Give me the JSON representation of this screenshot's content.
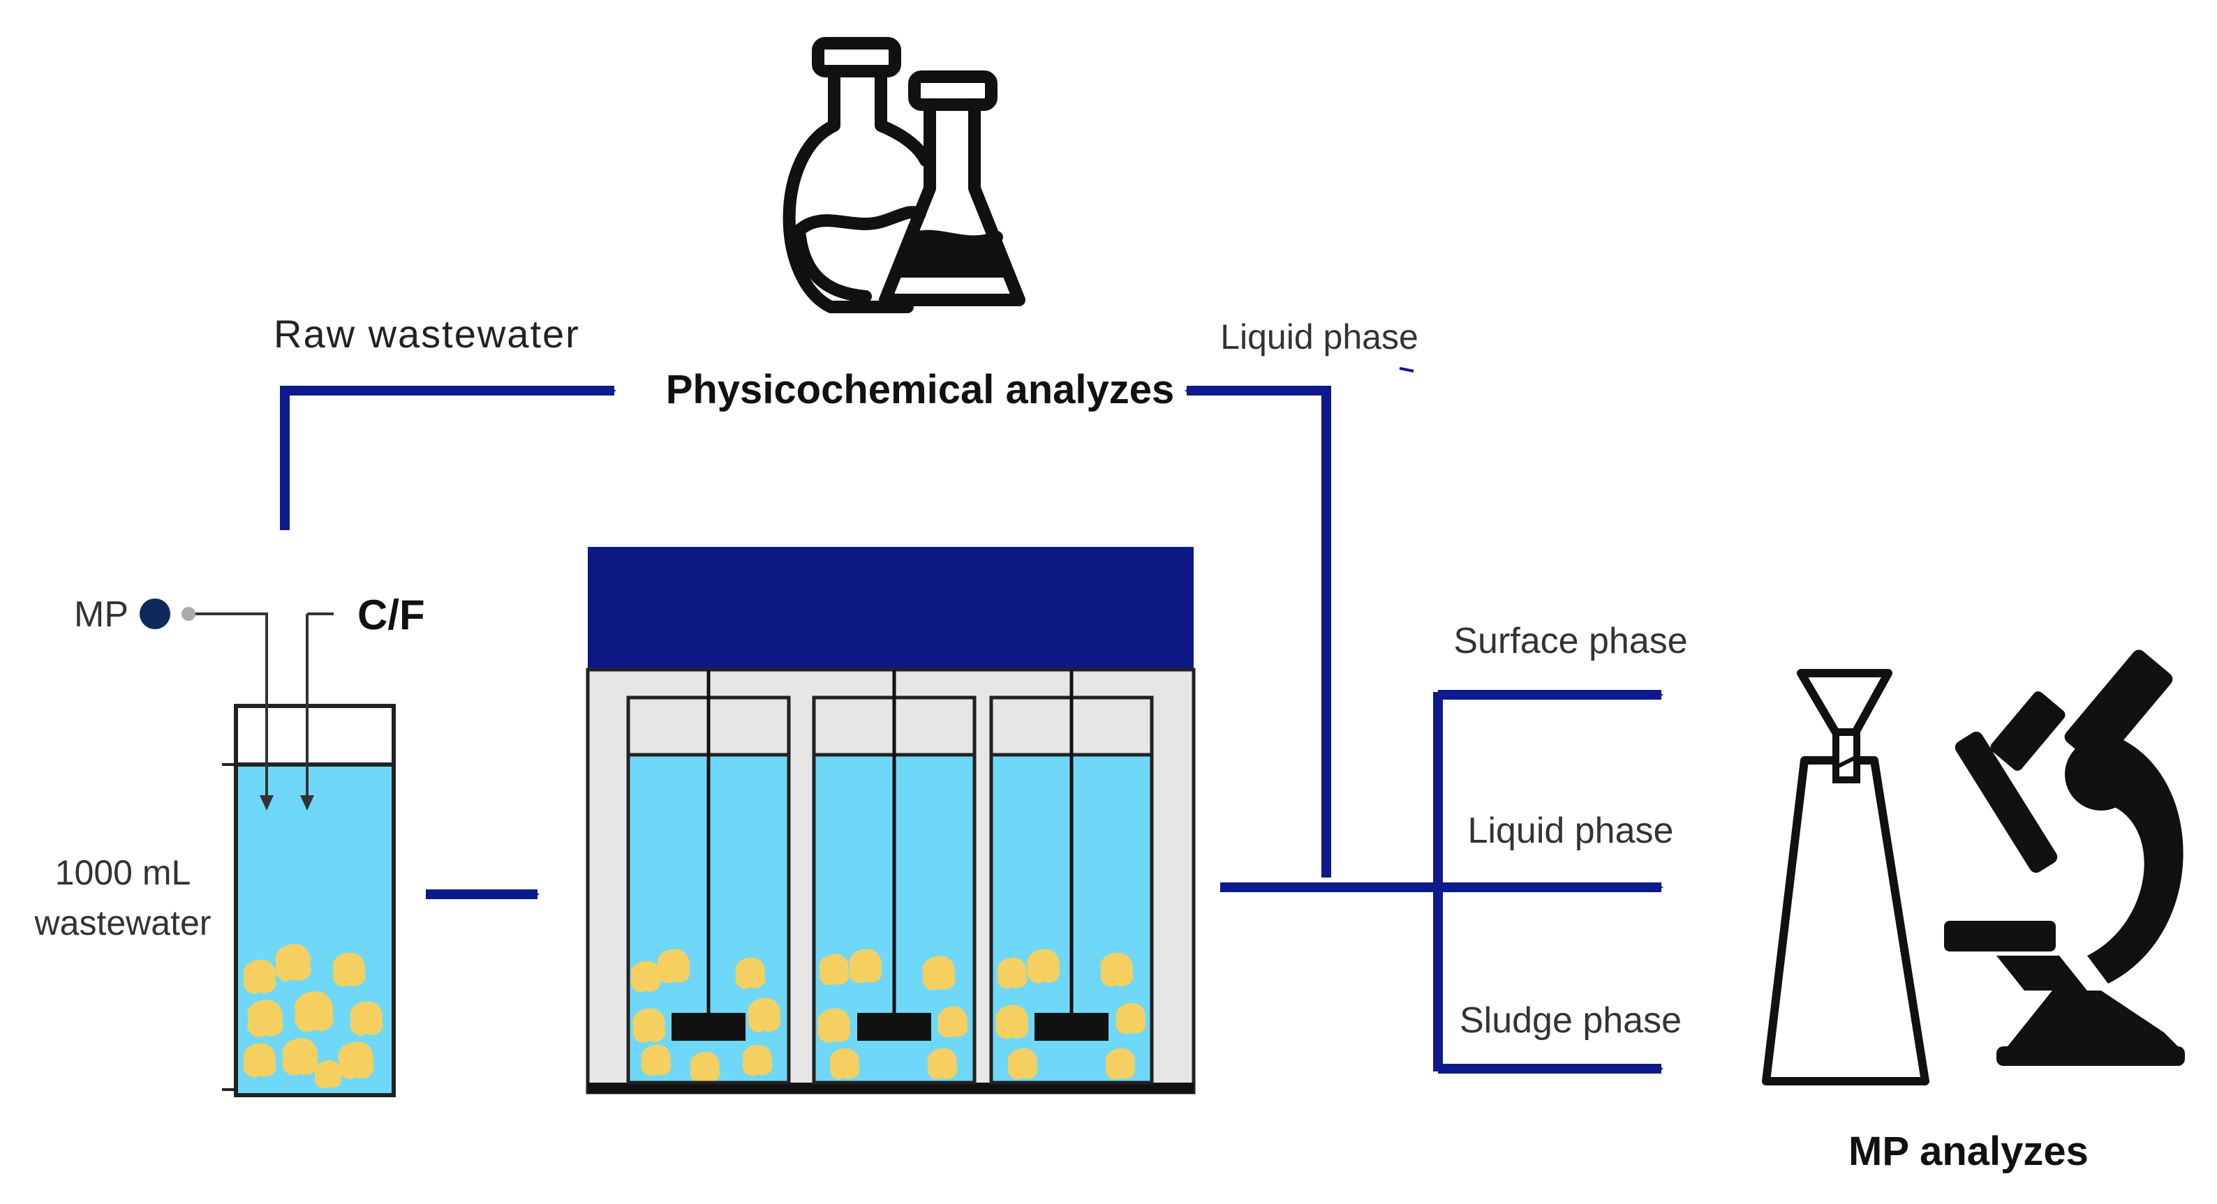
{
  "labels": {
    "raw_wastewater": "Raw wastewater",
    "physicochemical": "Physicochemical analyzes",
    "liquid_phase_top": "Liquid phase",
    "mp": "MP",
    "cf": "C/F",
    "volume_line1": "1000 mL",
    "volume_line2": "wastewater",
    "surface_phase": "Surface phase",
    "liquid_phase": "Liquid phase",
    "sludge_phase": "Sludge phase",
    "mp_analyzes": "MP analyzes"
  },
  "colors": {
    "arrow": "#0d1a8c",
    "jar_lid": "#0d1a85",
    "water": "#6fd8f8",
    "particles": "#f5d060",
    "icon": "#111111",
    "mp_dot": "#0e2a5c"
  },
  "icons": [
    "flasks-icon",
    "funnel-filter-icon",
    "microscope-icon"
  ]
}
